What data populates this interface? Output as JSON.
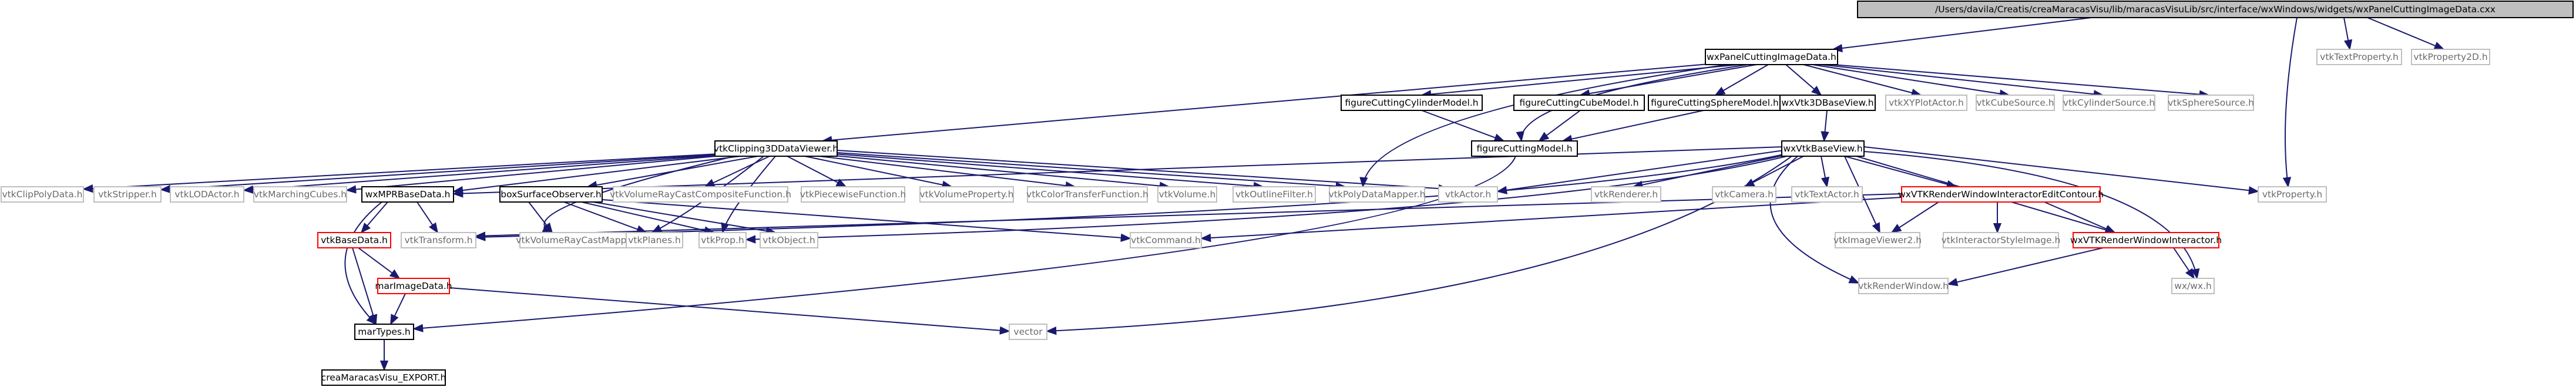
{
  "colors": {
    "root_fill": "#bfbfbf",
    "root_stroke": "#000000",
    "node_stroke_normal": "#000000",
    "node_stroke_grey": "#bfbfbf",
    "node_stroke_red": "#ff0000",
    "edge": "#191970",
    "edge_light": "#9aa0b8",
    "text": "#000000",
    "text_light": "#6b6b6b"
  },
  "nodes": {
    "root": "/Users/davila/Creatis/creaMaracasVisu/lib/maracasVisuLib/src/interface/wxWindows/widgets/wxPanelCuttingImageData.cxx",
    "wxPanelCuttingImageData": "wxPanelCuttingImageData.h",
    "vtkTextProperty": "vtkTextProperty.h",
    "vtkProperty2D": "vtkProperty2D.h",
    "figureCuttingCylinderModel": "figureCuttingCylinderModel.h",
    "figureCuttingCubeModel": "figureCuttingCubeModel.h",
    "figureCuttingSphereModel": "figureCuttingSphereModel.h",
    "wxVtk3DBaseView": "wxVtk3DBaseView.h",
    "vtkXYPlotActor": "vtkXYPlotActor.h",
    "vtkCubeSource": "vtkCubeSource.h",
    "vtkCylinderSource": "vtkCylinderSource.h",
    "vtkSphereSource": "vtkSphereSource.h",
    "vtkClipping3DDataViewer": "vtkClipping3DDataViewer.h",
    "figureCuttingModel": "figureCuttingModel.h",
    "wxVtkBaseView": "wxVtkBaseView.h",
    "vtkClipPolyData": "vtkClipPolyData.h",
    "vtkStripper": "vtkStripper.h",
    "vtkLODActor": "vtkLODActor.h",
    "vtkMarchingCubes": "vtkMarchingCubes.h",
    "wxMPRBaseData": "wxMPRBaseData.h",
    "boxSurfaceObserver": "boxSurfaceObserver.h",
    "vtkVolumeRayCastCompositeFunction": "vtkVolumeRayCastCompositeFunction.h",
    "vtkPiecewiseFunction": "vtkPiecewiseFunction.h",
    "vtkVolumeProperty": "vtkVolumeProperty.h",
    "vtkColorTransferFunction": "vtkColorTransferFunction.h",
    "vtkVolume": "vtkVolume.h",
    "vtkOutlineFilter": "vtkOutlineFilter.h",
    "vtkPolyDataMapper": "vtkPolyDataMapper.h",
    "vtkActor": "vtkActor.h",
    "vtkRenderer": "vtkRenderer.h",
    "vtkCamera": "vtkCamera.h",
    "vtkTextActor": "vtkTextActor.h",
    "wxVTKRenderWindowInteractorEditContour": "wxVTKRenderWindowInteractorEditContour.h",
    "vtkProperty": "vtkProperty.h",
    "vtkBaseData": "vtkBaseData.h",
    "vtkTransform": "vtkTransform.h",
    "vtkVolumeRayCastMapper": "vtkVolumeRayCastMapper.h",
    "vtkPlanes": "vtkPlanes.h",
    "vtkProp": "vtkProp.h",
    "vtkObject": "vtkObject.h",
    "vtkCommand": "vtkCommand.h",
    "vtkImageViewer2": "vtkImageViewer2.h",
    "vtkInteractorStyleImage": "vtkInteractorStyleImage.h",
    "wxVTKRenderWindowInteractor": "wxVTKRenderWindowInteractor.h",
    "marImageData": "marImageData.h",
    "vtkRenderWindow": "vtkRenderWindow.h",
    "wxwx": "wx/wx.h",
    "marTypes": "marTypes.h",
    "vector": "vector",
    "creaMaracasVisu_EXPORT": "creaMaracasVisu_EXPORT.h"
  }
}
